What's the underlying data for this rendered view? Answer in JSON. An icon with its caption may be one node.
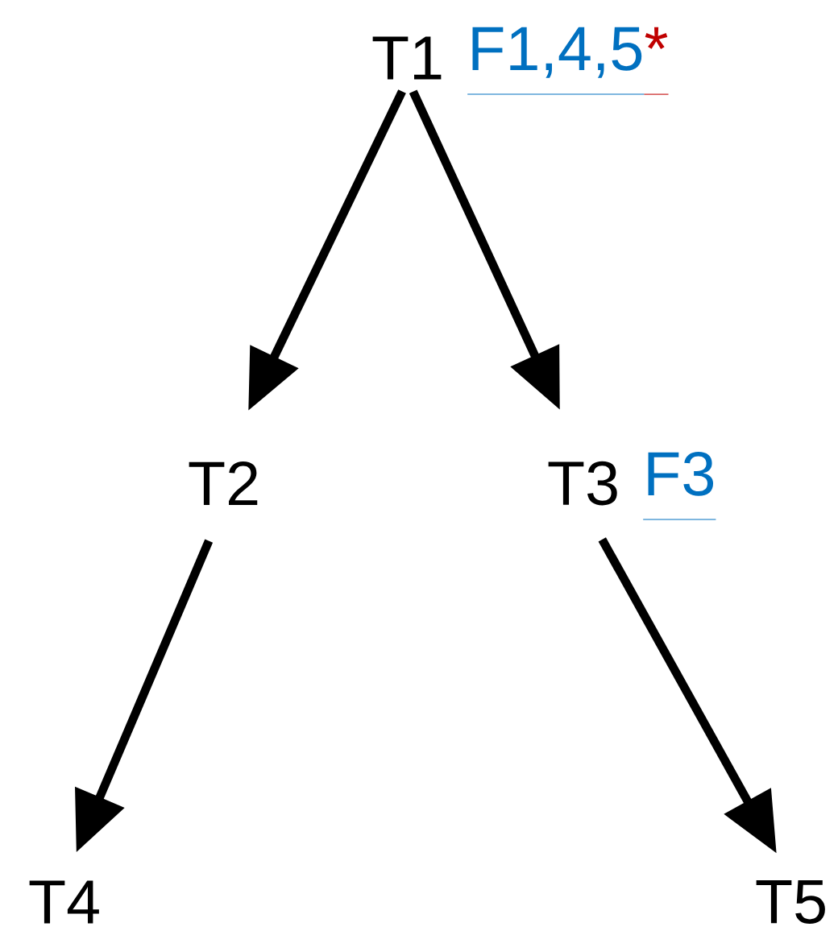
{
  "diagram": {
    "nodes": [
      {
        "text": [
          "T1"
        ],
        "beside": [
          "F1,4,5",
          "*"
        ]
      },
      {
        "text": [
          "T2"
        ]
      },
      {
        "text": [
          "T3"
        ],
        "beside": [
          "F3"
        ]
      },
      {
        "text": [
          "T4"
        ]
      },
      {
        "text": [
          "T5"
        ]
      }
    ],
    "edges": [
      {
        "from": 0,
        "to": 1,
        "arrow": "to"
      },
      {
        "from": 0,
        "to": 2,
        "arrow": "to"
      },
      {
        "from": 1,
        "to": 3,
        "arrow": "to"
      },
      {
        "from": 2,
        "to": 4,
        "arrow": "to"
      }
    ]
  }
}
